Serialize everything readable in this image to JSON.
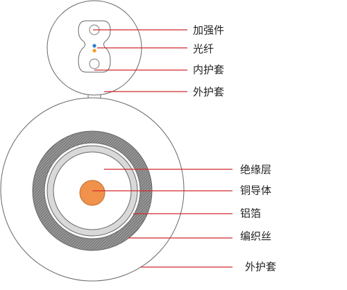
{
  "colors": {
    "leader_line": "#d0282e",
    "outline": "#666666",
    "braid": "#8c8c8c",
    "copper": "#f0924b",
    "insulation": "#d9d9d9",
    "fiber_blue": "#2a7fd0",
    "fiber_orange": "#f0a020"
  },
  "labels": {
    "strength_member": "加强件",
    "optical_fiber": "光纤",
    "inner_sheath": "内护套",
    "outer_sheath_top": "外护套",
    "insulation": "绝缘层",
    "copper_conductor": "铜导体",
    "aluminum_foil": "铝箔",
    "braid": "编织丝",
    "outer_sheath_bottom": "外护套"
  }
}
